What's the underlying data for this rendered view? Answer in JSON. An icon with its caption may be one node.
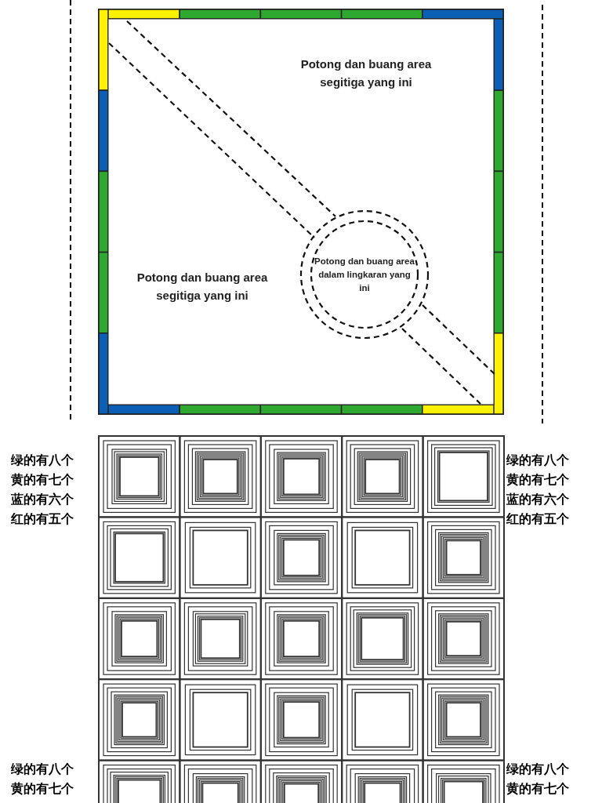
{
  "diagram": {
    "labels": [
      "Potong dan buang area segitiga yang ini",
      "Potong dan buang area segitiga yang ini",
      "Potong dan buang area dalam lingkaran yang ini",
      "绿的有八个",
      "黄的有七个",
      "蓝的有六个",
      "红的有五个",
      "绿的有八个",
      "黄的有七个",
      "蓝的有六个",
      "红的有五个",
      "绿的有八个",
      "黄的有七个",
      "绿的有八个",
      "黄的有七个"
    ]
  }
}
